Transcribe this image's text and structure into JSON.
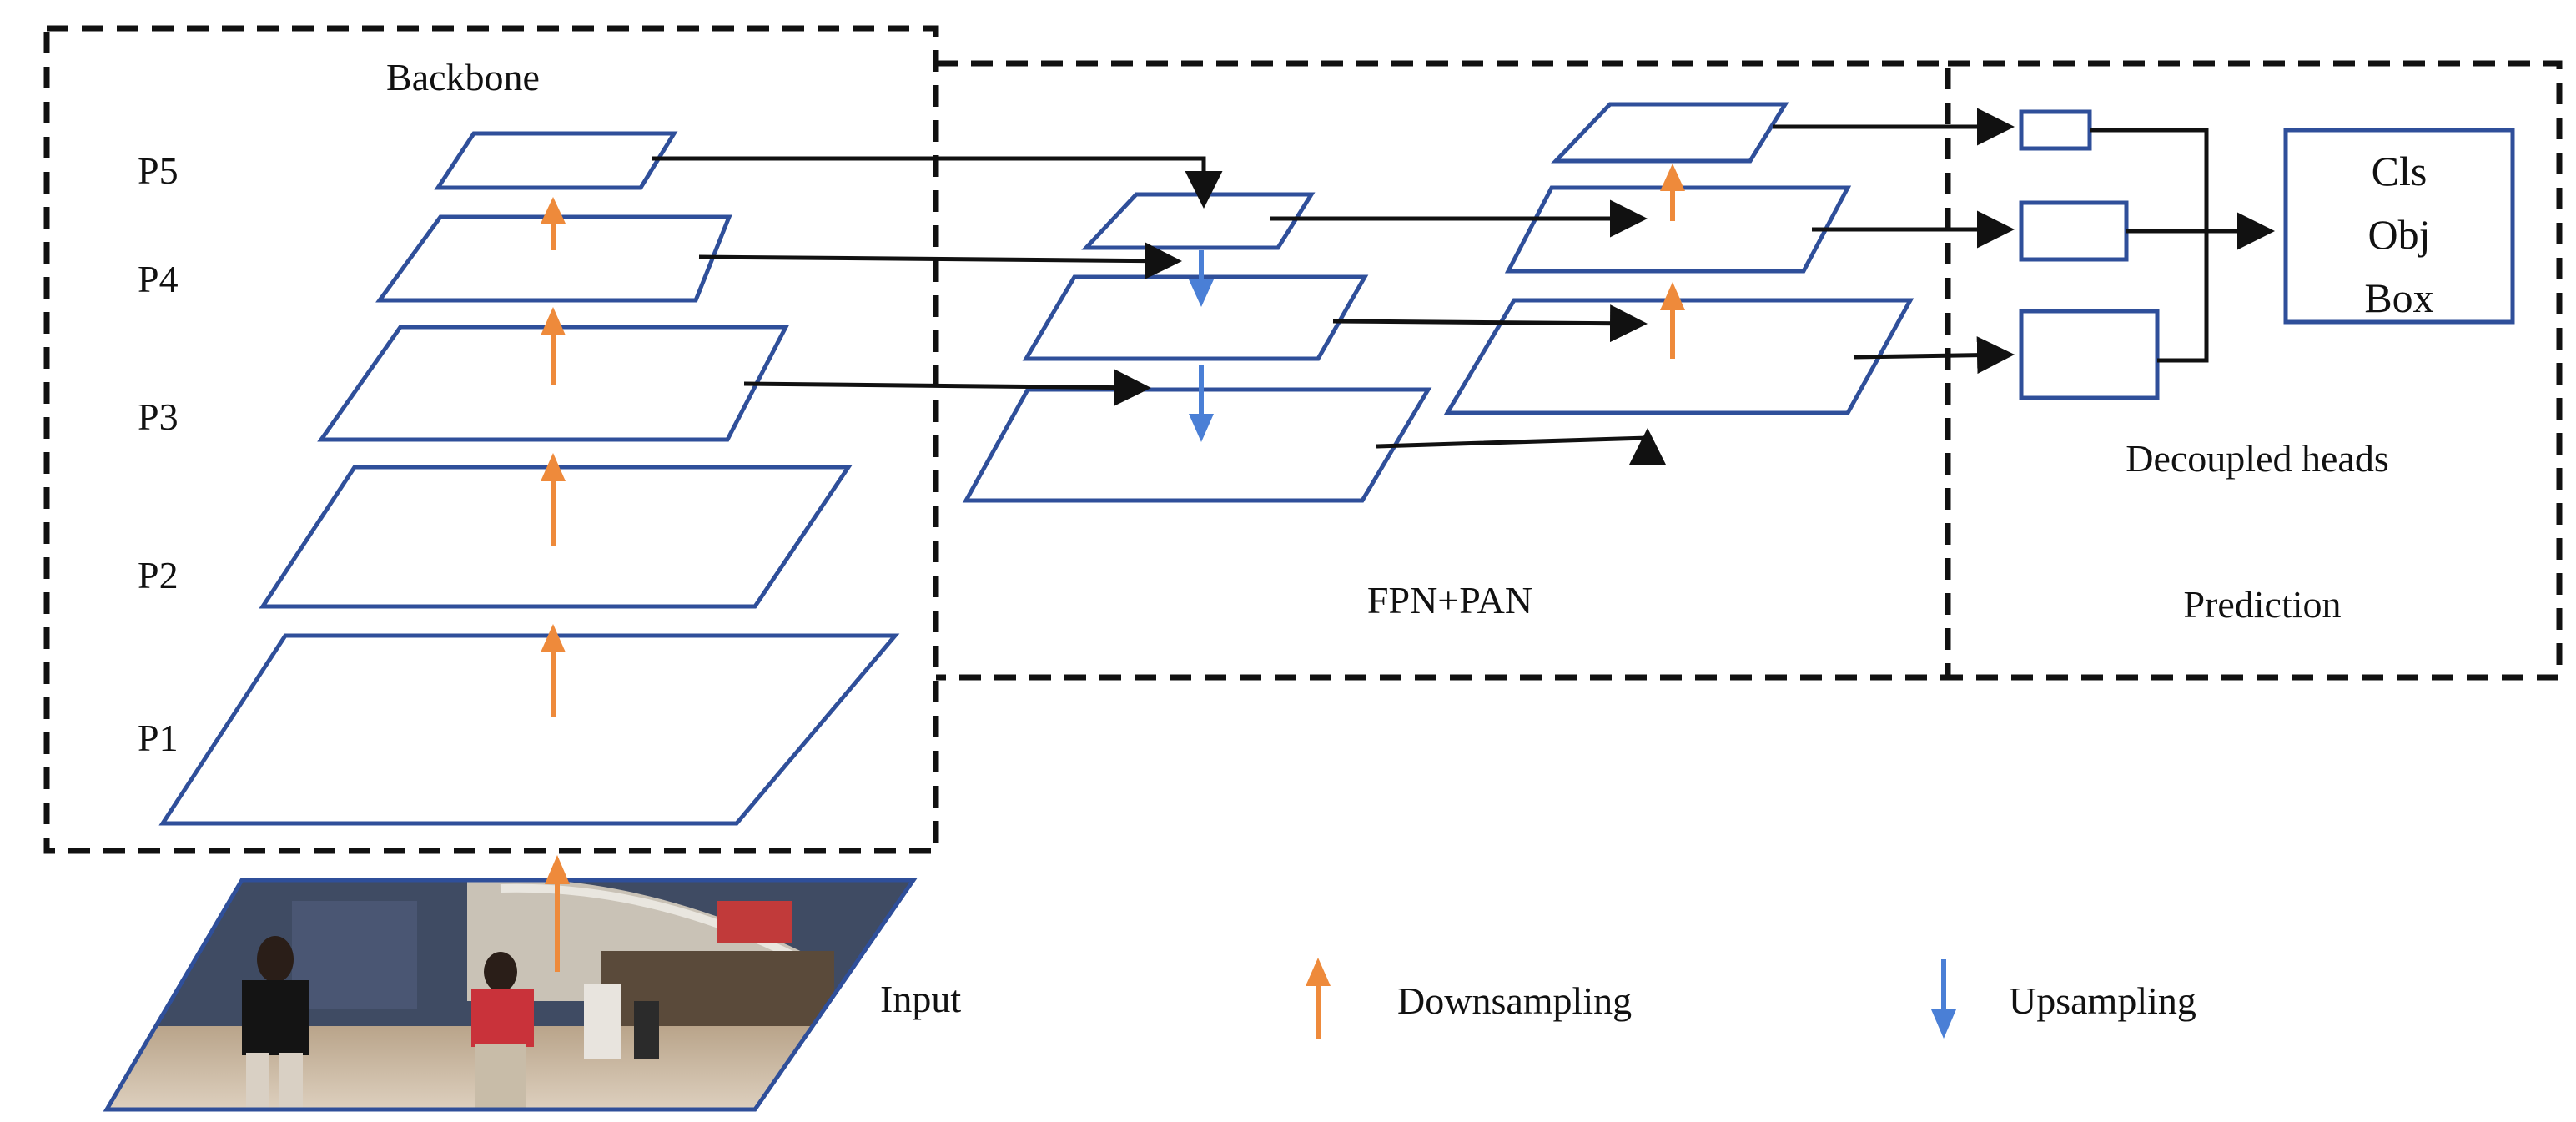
{
  "sections": {
    "backbone": "Backbone",
    "neck": "FPN+PAN",
    "prediction": "Prediction",
    "heads": "Decoupled heads"
  },
  "levels": [
    "P5",
    "P4",
    "P3",
    "P2",
    "P1"
  ],
  "outputs": [
    "Cls",
    "Obj",
    "Box"
  ],
  "legend": {
    "input": "Input",
    "downsampling": "Downsampling",
    "upsampling": "Upsampling"
  },
  "colors": {
    "plane_border": "#2f4f9a",
    "downsampling_arrow": "#ee8a3b",
    "upsampling_arrow": "#4a7fd6",
    "connector": "#111111"
  }
}
